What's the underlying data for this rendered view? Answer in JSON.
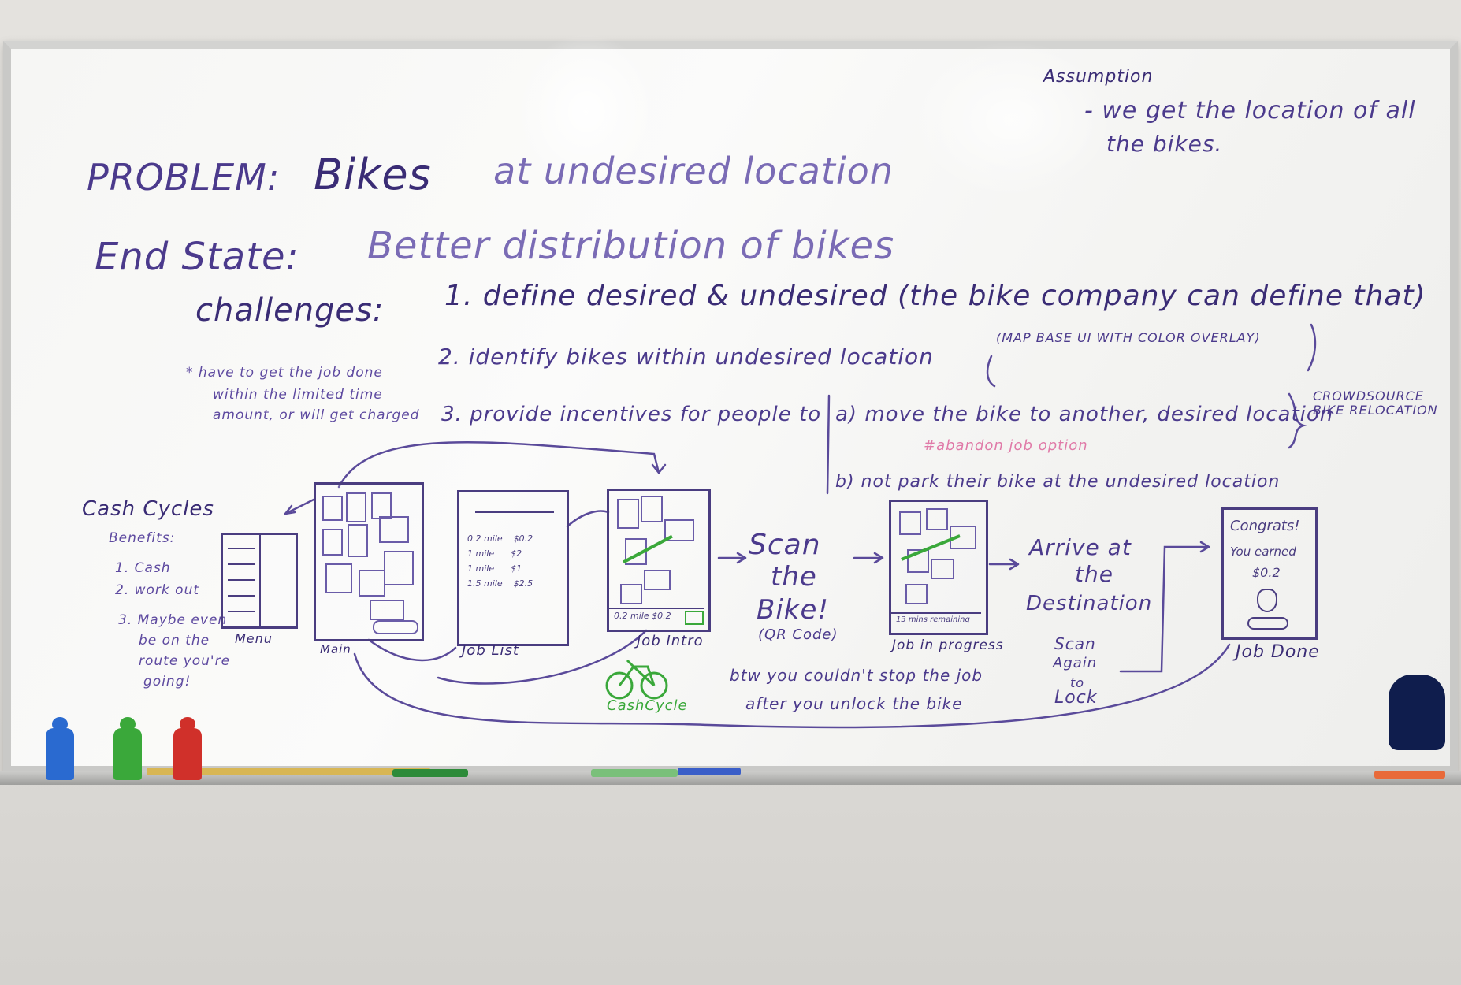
{
  "problem": {
    "label": "PROBLEM:",
    "text1": "Bikes",
    "text2": "at undesired location"
  },
  "end_state": {
    "label": "End State:",
    "text": "Better distribution of bikes"
  },
  "assumption": {
    "title": "Assumption",
    "line1": "- we get the location of all",
    "line2": "the bikes."
  },
  "challenges": {
    "label": "challenges:",
    "c1": "1. define desired & undesired (the bike company can define that)",
    "c2": "2. identify bikes within undesired location",
    "c2_note": "(MAP BASE UI WITH COLOR OVERLAY)",
    "c3": "3. provide incentives for people to",
    "c3a": "a) move the bike to another, desired location",
    "crowdsource": "CROWDSOURCE BIKE RELOCATION",
    "abandon": "#abandon job option",
    "c3b": "b) not park their bike at the undesired location",
    "side_note1": "* have to get the job done",
    "side_note2": "within the limited time",
    "side_note3": "amount, or will get charged"
  },
  "cash_cycles": {
    "title": "Cash Cycles",
    "benefits": "Benefits:",
    "b1": "1. Cash",
    "b2": "2. work out",
    "b3a": "3. Maybe even",
    "b3b": "be on the",
    "b3c": "route you're",
    "b3d": "going!"
  },
  "flow": {
    "menu": "Menu",
    "main": "Main",
    "job_list": "Job List",
    "job_intro": "Job Intro",
    "scan1": "Scan",
    "scan2": "the",
    "scan3": "Bike!",
    "scan4": "(QR Code)",
    "in_progress": "Job in progress",
    "arrive1": "Arrive at",
    "arrive2": "the",
    "arrive3": "Destination",
    "arrive4": "Scan",
    "arrive5": "Again",
    "arrive6": "to",
    "arrive7": "Lock",
    "job_done": "Job Done",
    "congrats": "Congrats!",
    "earned1": "You earned",
    "earned2": "$0.2",
    "note1": "btw you couldn't stop the job",
    "note2": "after you unlock the bike",
    "logo": "CashCycle",
    "list_rows": [
      [
        "0.2 mile",
        "$0.2"
      ],
      [
        "1 mile",
        "$2"
      ],
      [
        "1 mile",
        "$1"
      ],
      [
        "1.5 mile",
        "$2.5"
      ]
    ],
    "intro_bar": "0.2 mile  $0.2",
    "progress_bar": "13 mins remaining"
  },
  "colors": {
    "ink_purple": "#5a3f9a",
    "ink_green": "#3aa83a",
    "ink_pink": "#e06a9a",
    "ink_blue": "#3a6ad0"
  }
}
